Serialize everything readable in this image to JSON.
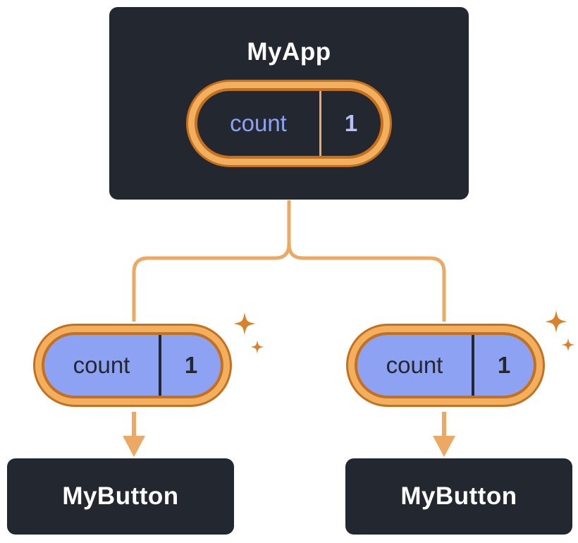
{
  "diagram": {
    "background": "#ffffff",
    "colors": {
      "node_fill": "#23272f",
      "node_text": "#ffffff",
      "ring_light": "#f2b05e",
      "ring_dark": "#c4701f",
      "connector": "#eba963",
      "lavender": "#8da2f2",
      "pill_label_top": "#8da2f2",
      "pill_value_top": "#b7c0fb",
      "pill_text_dark": "#23272f",
      "sparkle": "#d9822b"
    },
    "root": {
      "title": "MyApp",
      "state": {
        "label": "count",
        "value": "1"
      }
    },
    "children": [
      {
        "title": "MyButton",
        "state": {
          "label": "count",
          "value": "1"
        }
      },
      {
        "title": "MyButton",
        "state": {
          "label": "count",
          "value": "1"
        }
      }
    ]
  }
}
